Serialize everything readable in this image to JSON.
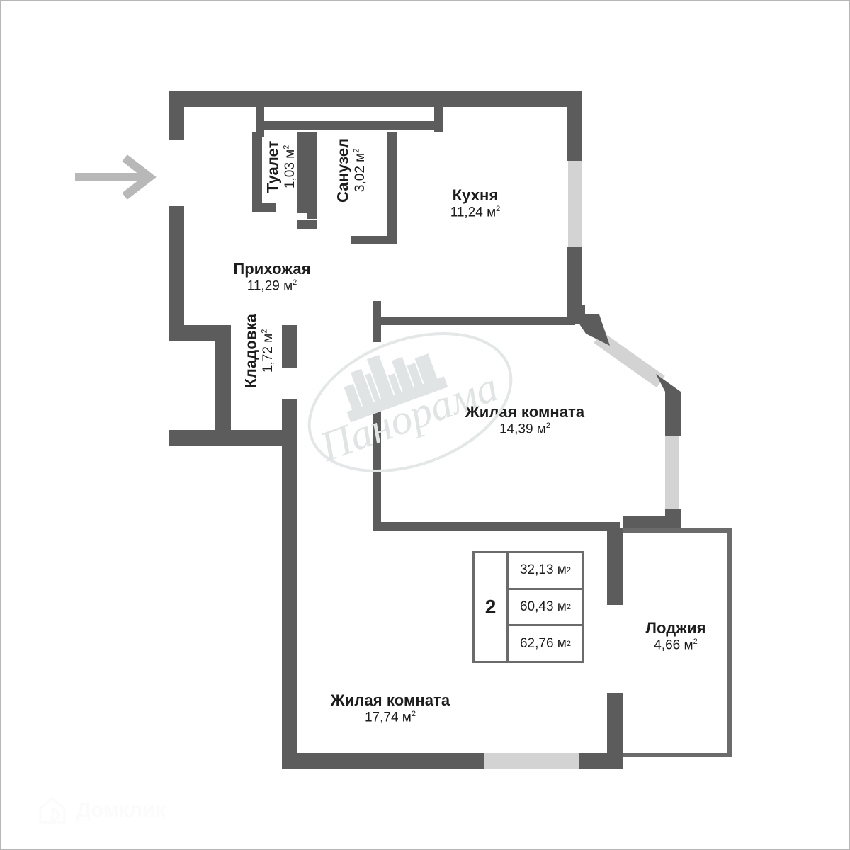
{
  "plan": {
    "entrance_arrow_label": "entrance-arrow",
    "colors": {
      "wall": "#5c5c5c",
      "wall_light": "#6b6b6b",
      "window": "#d3d3d3",
      "arrow": "#b8b8b8",
      "text": "#1d1d1d",
      "border": "#b6b6b6",
      "watermark": "#e6e8e8",
      "watermark_domclick": "#fbfbfb",
      "background": "#ffffff"
    },
    "unit": "м",
    "rooms": [
      {
        "id": "toilet",
        "name": "Туалет",
        "area": "1,03 м",
        "sup": "2",
        "orientation": "vertical"
      },
      {
        "id": "bathroom",
        "name": "Санузел",
        "area": "3,02 м",
        "sup": "2",
        "orientation": "vertical"
      },
      {
        "id": "kitchen",
        "name": "Кухня",
        "area": "11,24 м",
        "sup": "2",
        "orientation": "horizontal"
      },
      {
        "id": "hall",
        "name": "Прихожая",
        "area": "11,29 м",
        "sup": "2",
        "orientation": "horizontal"
      },
      {
        "id": "storage",
        "name": "Кладовка",
        "area": "1,72 м",
        "sup": "2",
        "orientation": "vertical"
      },
      {
        "id": "living-room-1",
        "name": "Жилая комната",
        "area": "14,39 м",
        "sup": "2",
        "orientation": "horizontal"
      },
      {
        "id": "living-room-2",
        "name": "Жилая комната",
        "area": "17,74 м",
        "sup": "2",
        "orientation": "horizontal"
      },
      {
        "id": "loggia",
        "name": "Лоджия",
        "area": "4,66 м",
        "sup": "2",
        "orientation": "horizontal"
      }
    ],
    "summary": {
      "rooms_count": "2",
      "living_area": "32,13 м",
      "total_area": "60,43 м",
      "total_with_loggia": "62,76 м",
      "sup": "2"
    },
    "watermarks": {
      "primary": "Панорама",
      "secondary": "Домклик"
    }
  }
}
